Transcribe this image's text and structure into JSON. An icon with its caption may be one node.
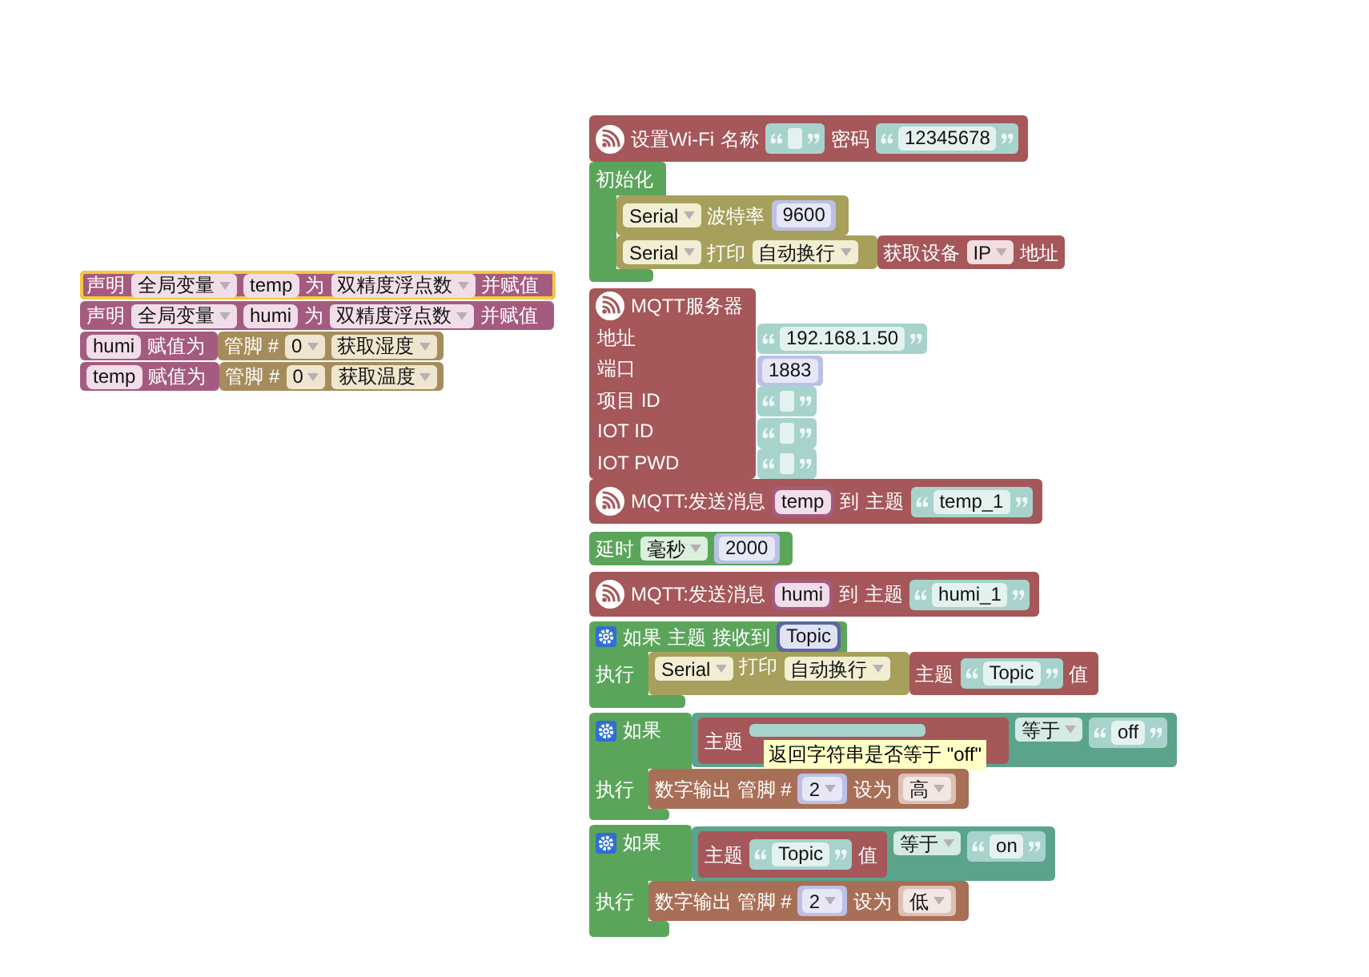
{
  "diagram": {
    "nodes": [
      {
        "text": [
          "声明",
          "全局变量",
          "temp",
          "为",
          "双精度浮点数",
          "并赋值"
        ]
      },
      {
        "text": [
          "声明",
          "全局变量",
          "humi",
          "为",
          "双精度浮点数",
          "并赋值"
        ]
      },
      {
        "text": [
          "humi",
          "赋值为"
        ]
      },
      {
        "text": [
          "管脚 #",
          "0",
          "获取湿度"
        ]
      },
      {
        "text": [
          "temp",
          "赋值为"
        ]
      },
      {
        "text": [
          "管脚 #",
          "0",
          "获取温度"
        ]
      },
      {
        "text": [
          "设置Wi-Fi",
          "名称",
          "密码"
        ]
      },
      {
        "text": [],
        "shape": "box",
        "in": 6
      },
      {
        "text": [
          "12345678"
        ],
        "in": 6
      },
      {
        "text": [
          "初始化"
        ]
      },
      {
        "text": [
          "Serial",
          "波特率"
        ]
      },
      {
        "text": [
          "9600"
        ],
        "in": 10
      },
      {
        "text": [
          "Serial",
          "打印",
          "自动换行"
        ]
      },
      {
        "text": [
          "获取设备",
          "IP",
          "地址"
        ]
      },
      {
        "text": [
          "MQTT服务器",
          "地址",
          "端口",
          "项目 ID",
          "IOT ID",
          "IOT PWD"
        ]
      },
      {
        "text": [
          "192.168.1.50"
        ]
      },
      {
        "text": [
          "1883"
        ]
      },
      {
        "text": [],
        "shape": "box"
      },
      {
        "text": [],
        "shape": "box"
      },
      {
        "text": [],
        "shape": "box"
      },
      {
        "text": [
          "MQTT:发送消息",
          "到",
          "主题"
        ]
      },
      {
        "text": [
          "temp"
        ],
        "in": 20
      },
      {
        "text": [
          "temp_1"
        ],
        "in": 20
      },
      {
        "text": [
          "延时",
          "毫秒"
        ]
      },
      {
        "text": [
          "2000"
        ],
        "in": 23
      },
      {
        "text": [
          "MQTT:发送消息",
          "到",
          "主题"
        ]
      },
      {
        "text": [
          "humi"
        ],
        "in": 25
      },
      {
        "text": [
          "humi_1"
        ],
        "in": 25
      },
      {
        "text": [
          "如果",
          "主题",
          "接收到",
          "执行"
        ]
      },
      {
        "text": [
          "Topic"
        ],
        "in": 28
      },
      {
        "text": [
          "Serial",
          "打印",
          "自动换行"
        ]
      },
      {
        "text": [
          "主题",
          "值"
        ]
      },
      {
        "text": [
          "Topic"
        ],
        "in": 31
      },
      {
        "text": [
          "如果",
          "执行"
        ]
      },
      {
        "text": [
          "等于"
        ]
      },
      {
        "text": [
          "主题"
        ],
        "in": 34
      },
      {
        "text": [],
        "shape": "box",
        "in": 35
      },
      {
        "text": [
          "off"
        ],
        "in": 34
      },
      {
        "text": [
          "返回字符串是否等于 \"off\""
        ]
      },
      {
        "text": [
          "数字输出 管脚 #",
          "设为"
        ]
      },
      {
        "text": [
          "2"
        ],
        "in": 39
      },
      {
        "text": [
          "高"
        ],
        "in": 39
      },
      {
        "text": [
          "如果",
          "执行"
        ]
      },
      {
        "text": [
          "等于"
        ]
      },
      {
        "text": [
          "主题",
          "值"
        ],
        "in": 43
      },
      {
        "text": [
          "Topic"
        ],
        "in": 44
      },
      {
        "text": [
          "on"
        ],
        "in": 43
      },
      {
        "text": [
          "数字输出 管脚 #",
          "设为"
        ]
      },
      {
        "text": [
          "2"
        ],
        "in": 47
      },
      {
        "text": [
          "低"
        ],
        "in": 47
      }
    ]
  }
}
